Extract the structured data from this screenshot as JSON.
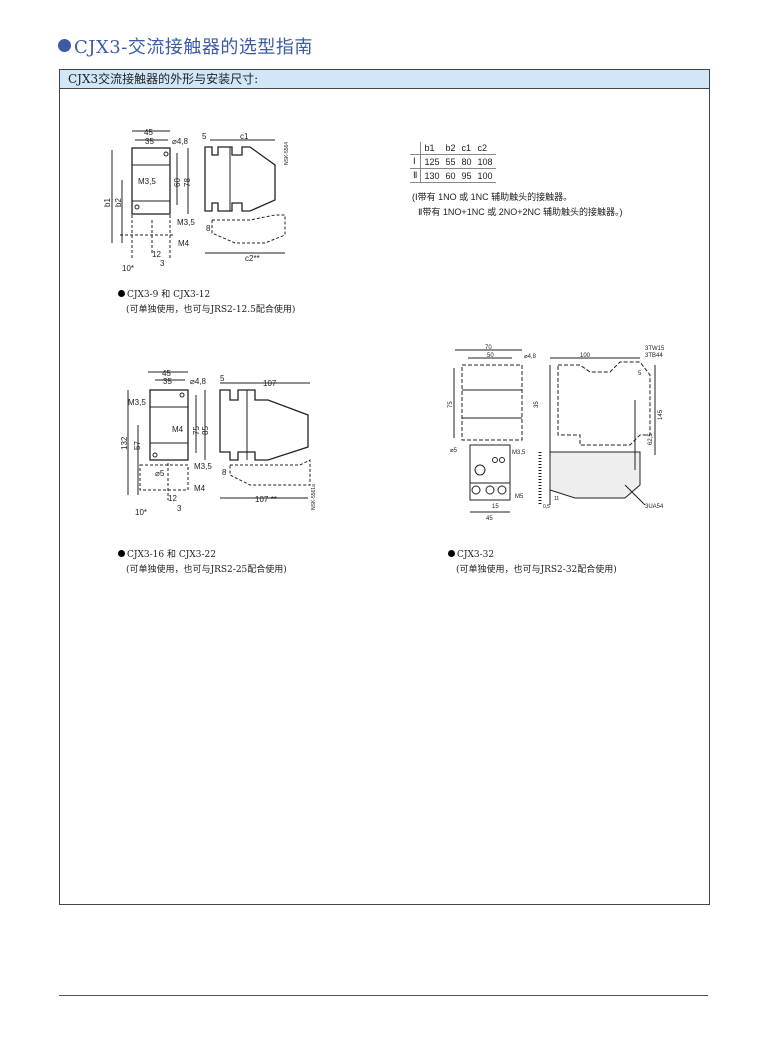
{
  "page_title": "CJX3-交流接触器的选型指南",
  "section_header": "CJX3交流接触器的外形与安装尺寸:",
  "dimension_table": {
    "headers": [
      "",
      "b1",
      "b2",
      "c1",
      "c2"
    ],
    "rows": [
      [
        "Ⅰ",
        "125",
        "55",
        "80",
        "108"
      ],
      [
        "Ⅱ",
        "130",
        "60",
        "95",
        "100"
      ]
    ]
  },
  "notes": [
    "(Ⅰ带有 1NO 或 1NC 辅助触头的接触器。",
    "Ⅱ带有 1NO+1NC 或 2NO+2NC 辅助触头的接触器。)"
  ],
  "drawings": [
    {
      "labels": [
        "45",
        "35",
        "⌀4,8",
        "5",
        "c1",
        "M3,5",
        "60",
        "78",
        "b1",
        "b2",
        "M3,5",
        "8",
        "M4",
        "12",
        "10*",
        "3",
        "c2**",
        "NSK-5564"
      ],
      "caption_model": "CJX3-9 和 CJX3-12",
      "caption_note": "(可单独使用，也可与JRS2-12.5配合使用)"
    },
    {
      "labels": [
        "45",
        "35",
        "⌀4,8",
        "5",
        "107",
        "M3,5",
        "M4",
        "75",
        "85",
        "132",
        "57",
        "M3,5",
        "⌀5",
        "8",
        "M4",
        "12",
        "10*",
        "3",
        "107 **",
        "NSK-5561a"
      ],
      "caption_model": "CJX3-16 和 CJX3-22",
      "caption_note": "(可单独使用，也可与JRS2-25配合使用)"
    },
    {
      "labels": [
        "70",
        "50",
        "⌀4,8",
        "100",
        "3TW15",
        "3TB44",
        "5",
        "75",
        "35",
        "⌀5",
        "M3,5",
        "62,5",
        "145",
        "M5",
        "15",
        "45",
        "3UA54",
        "0,5",
        "11"
      ],
      "caption_model": "CJX3-32",
      "caption_note": "(可单独使用，也可与JRS2-32配合使用)"
    }
  ]
}
